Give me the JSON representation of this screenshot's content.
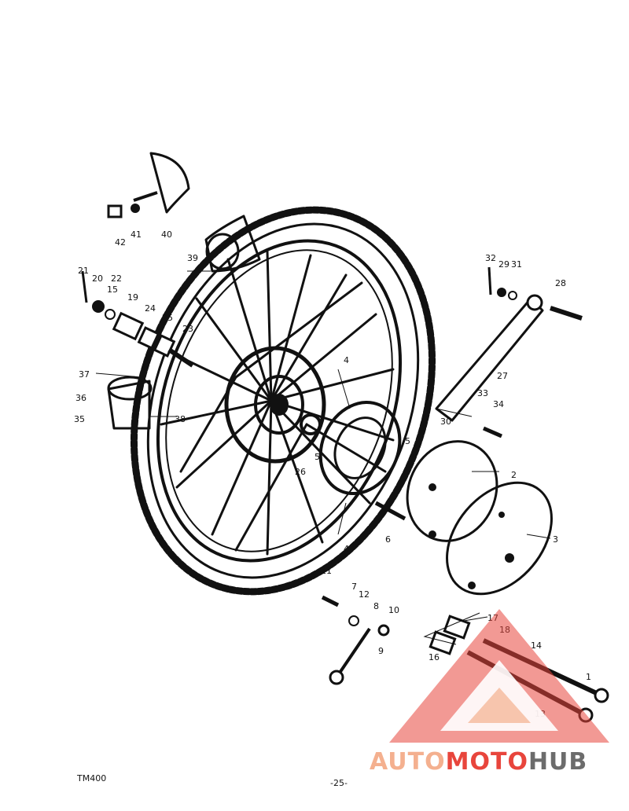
{
  "footer": {
    "model_code": "TM400",
    "page_number": "-25-"
  },
  "watermark": {
    "part1": "AUTO",
    "part2": "MOTO",
    "part3": "HUB",
    "color1": "#f4b08f",
    "color2": "#e8453c",
    "color3": "#6c6c6c"
  },
  "callouts": [
    "1",
    "2",
    "3",
    "4",
    "4",
    "5",
    "5",
    "6",
    "7",
    "8",
    "9",
    "10",
    "11",
    "12",
    "13",
    "14",
    "15",
    "16",
    "17",
    "18",
    "19",
    "20",
    "21",
    "22",
    "23",
    "24",
    "25",
    "26",
    "27",
    "28",
    "29",
    "30",
    "31",
    "32",
    "33",
    "34",
    "35",
    "36",
    "37",
    "38",
    "39",
    "40",
    "41",
    "42"
  ]
}
